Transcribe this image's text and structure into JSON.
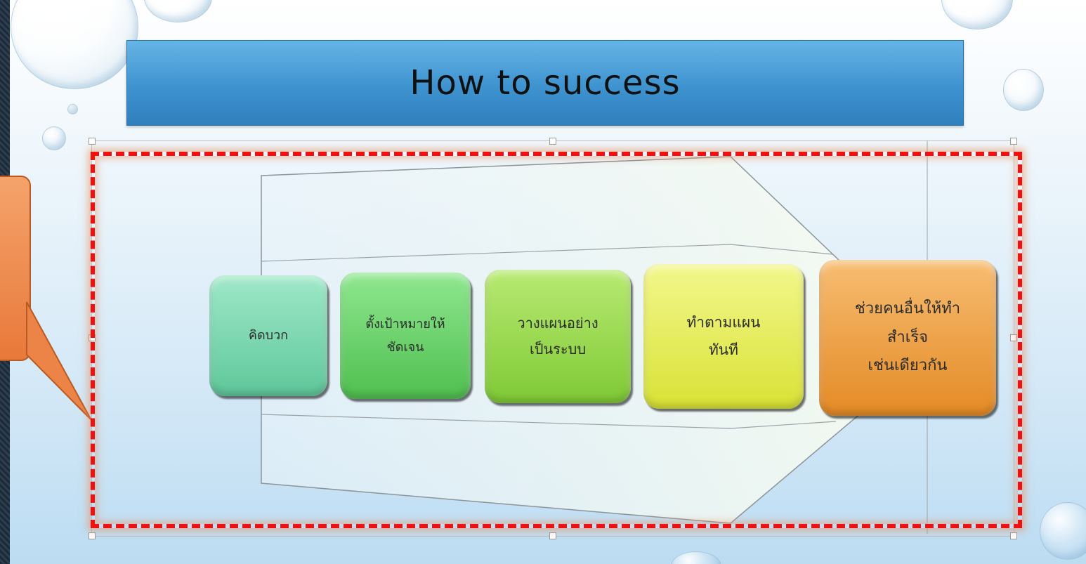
{
  "slide": {
    "title": "How to success"
  },
  "steps": [
    {
      "label": "คิดบวก",
      "color": "#7fd9b4"
    },
    {
      "label": "ตั้งเป้าหมายให้\nชัดเจน",
      "color": "#6bd06b"
    },
    {
      "label": "วางแผนอย่าง\nเป็นระบบ",
      "color": "#9ad84a"
    },
    {
      "label": "ทำตามแผน\nทันที",
      "color": "#e6ee54"
    },
    {
      "label": "ช่วยคนอื่นให้ทำ\nสำเร็จ\nเช่นเดียวกัน",
      "color": "#f0a145"
    }
  ],
  "colors": {
    "banner": "#3e93cf",
    "highlight_dash": "#ef1010",
    "callout": "#ec8447",
    "arrow_fill": "#f3f8ec"
  }
}
